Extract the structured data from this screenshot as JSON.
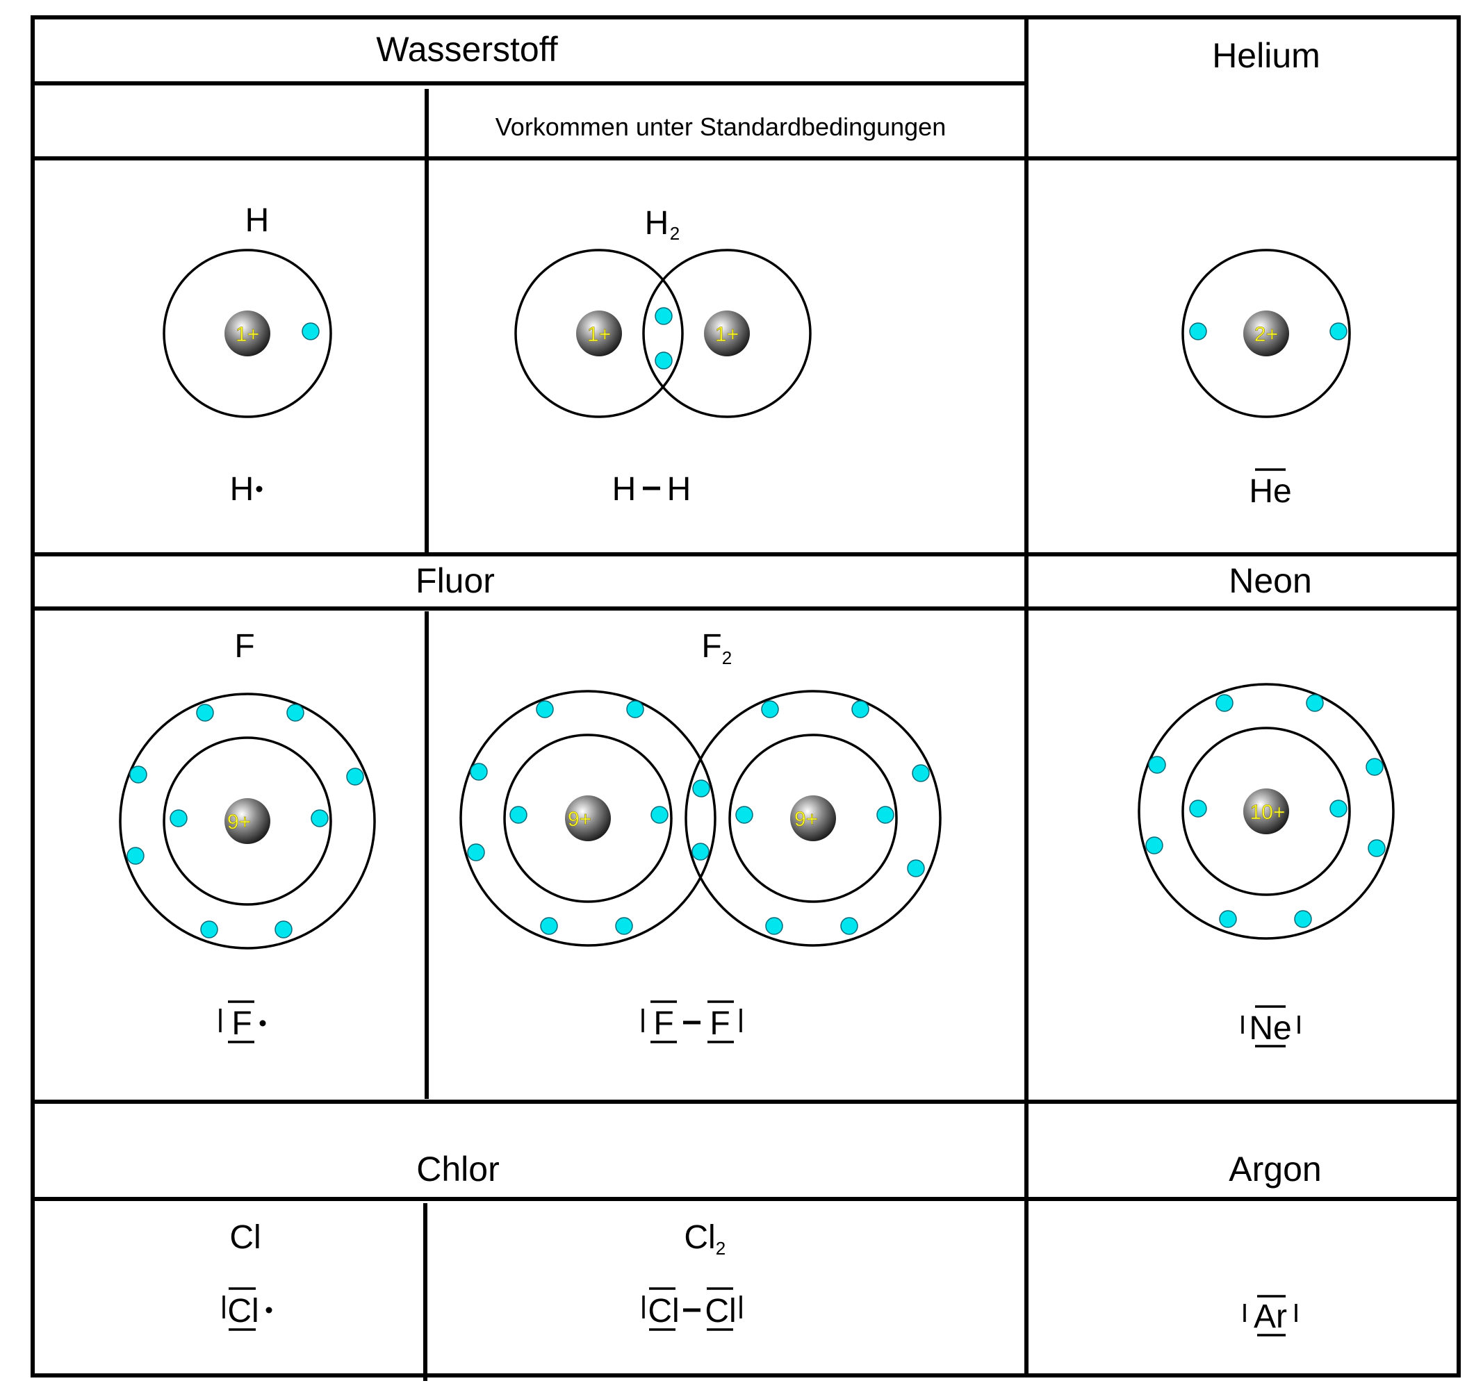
{
  "title_row": {
    "hydrogen": "Wasserstoff",
    "helium": "Helium",
    "condition": "Vorkommen unter Standardbedingungen"
  },
  "hydrogen": {
    "atom_symbol": "H",
    "molecule_symbol": "H",
    "molecule_index": "2",
    "atom_charge": "1+",
    "molecule_charges": [
      "1+",
      "1+"
    ],
    "lewis_atom": "H",
    "lewis_molecule_left": "H",
    "lewis_molecule_right": "H"
  },
  "helium": {
    "charge": "2+",
    "lewis": "He"
  },
  "fluorine": {
    "header": "Fluor",
    "atom_symbol": "F",
    "molecule_symbol": "F",
    "molecule_index": "2",
    "atom_charge": "9+",
    "molecule_charges": [
      "9+",
      "9+"
    ],
    "lewis_atom": "F",
    "lewis_molecule_left": "F",
    "lewis_molecule_right": "F"
  },
  "neon": {
    "header": "Neon",
    "charge": "10+",
    "lewis": "Ne"
  },
  "chlorine": {
    "header": "Chlor",
    "atom_symbol": "Cl",
    "molecule_symbol": "Cl",
    "molecule_index": "2",
    "lewis_atom": "Cl",
    "lewis_molecule_left": "Cl",
    "lewis_molecule_right": "Cl"
  },
  "argon": {
    "header": "Argon",
    "lewis": "Ar"
  },
  "colors": {
    "electron": "#00e5ee",
    "charge_text": "#ffff33",
    "nucleus": "#555555",
    "lines": "#000000"
  }
}
